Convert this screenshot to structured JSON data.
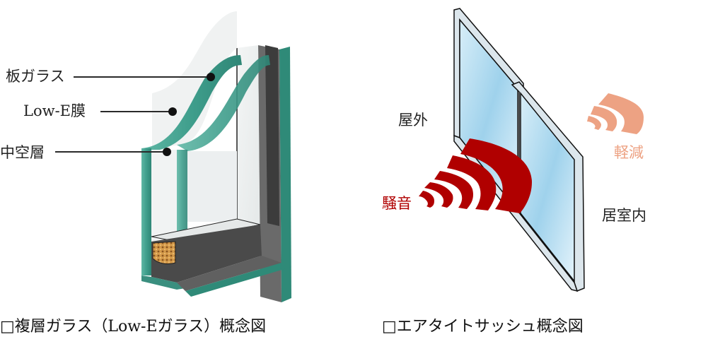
{
  "left_diagram": {
    "title": "□複層ガラス（Low-Eガラス）概念図",
    "labels": [
      {
        "text": "板ガラス"
      },
      {
        "text": "Low-E膜"
      },
      {
        "text": "中空層"
      }
    ],
    "colors": {
      "glass_edge": "#3f9e8c",
      "glass_face": "#eef1f1",
      "spacer": "#4a4a4a",
      "desiccant": "#c98a3a"
    }
  },
  "right_diagram": {
    "title": "□エアタイトサッシュ概念図",
    "labels": {
      "outside": "屋外",
      "noise": "騒音",
      "reduced": "軽減",
      "indoor": "居室内"
    },
    "colors": {
      "noise": "#b00000",
      "reduced": "#eda283",
      "glass": "#bfe2f3",
      "frame": "#dce6ec"
    }
  }
}
